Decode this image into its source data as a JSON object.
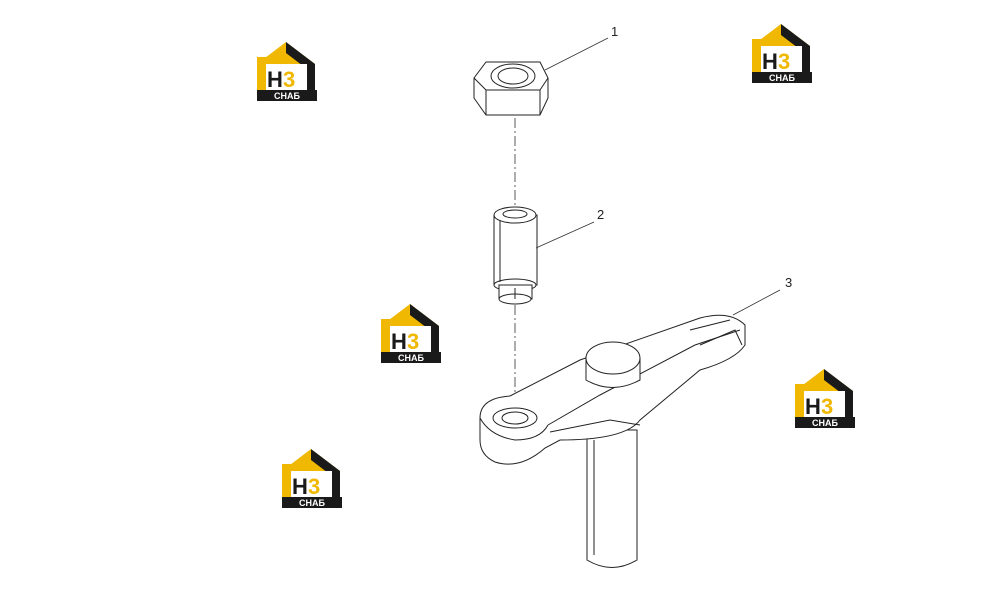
{
  "diagram": {
    "callouts": [
      {
        "id": "1",
        "label": "1"
      },
      {
        "id": "2",
        "label": "2"
      },
      {
        "id": "3",
        "label": "3"
      }
    ]
  },
  "watermark": {
    "mark": "H3",
    "word": "СНАБ",
    "colors": {
      "gold": "#f0b800",
      "dark": "#1a1a1a",
      "text": "#ffffff"
    }
  }
}
